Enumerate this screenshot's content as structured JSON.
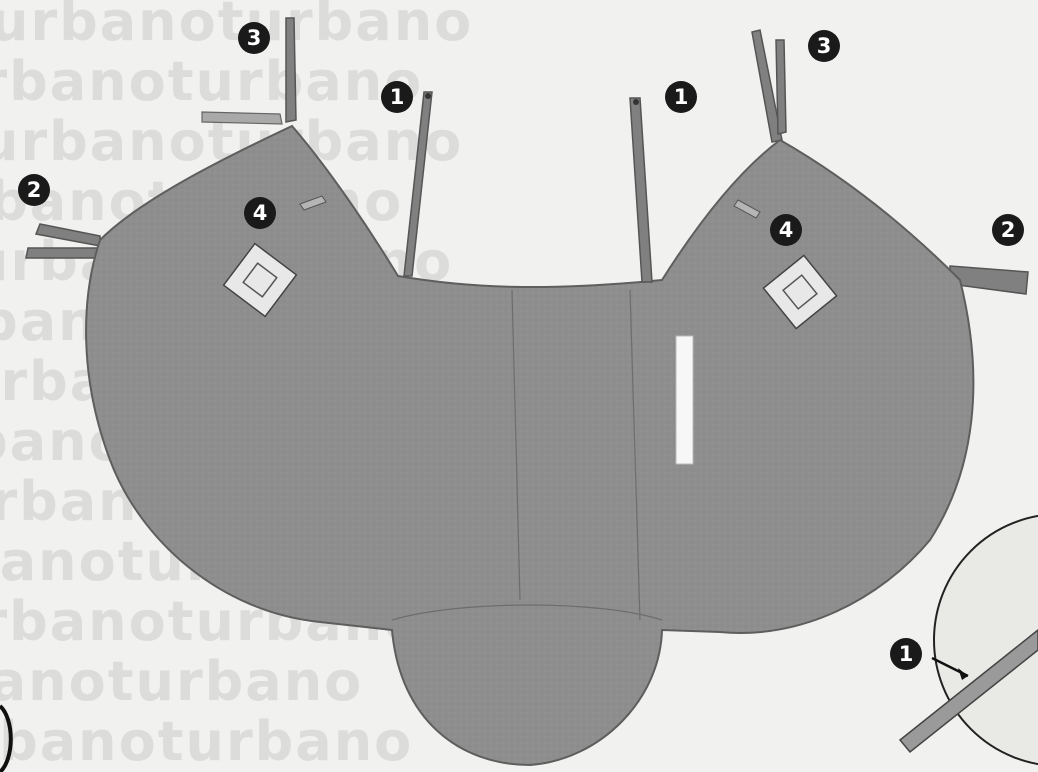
{
  "watermark": {
    "text": "urbanoturbano",
    "color": "#dcdcda"
  },
  "colors": {
    "background": "#f1f1ef",
    "cover_fabric": "#8e8e8e",
    "strap": "#808080",
    "badge": "#1a1a1a"
  },
  "callouts": [
    {
      "id": "strap-left",
      "label": "1",
      "part": "strap"
    },
    {
      "id": "strap-right",
      "label": "1",
      "part": "strap"
    },
    {
      "id": "side-tab-left",
      "label": "2",
      "part": "side-tab"
    },
    {
      "id": "side-tab-right",
      "label": "2",
      "part": "side-tab"
    },
    {
      "id": "top-strap-left",
      "label": "3",
      "part": "top-strap"
    },
    {
      "id": "top-strap-right",
      "label": "3",
      "part": "top-strap"
    },
    {
      "id": "hook-left",
      "label": "4",
      "part": "hook"
    },
    {
      "id": "hook-right",
      "label": "4",
      "part": "hook"
    },
    {
      "id": "detail-strap",
      "label": "1",
      "part": "detail-view"
    }
  ],
  "icons": [
    "care-label-icon"
  ]
}
